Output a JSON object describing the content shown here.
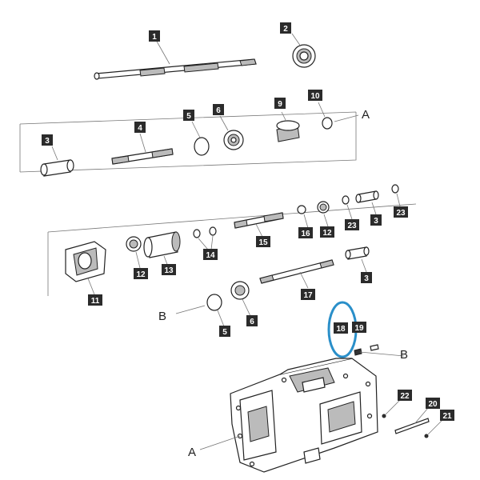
{
  "callouts": {
    "c1": "1",
    "c2": "2",
    "c3a": "3",
    "c4": "4",
    "c5a": "5",
    "c6a": "6",
    "c9": "9",
    "c10": "10",
    "c16": "16",
    "c12a": "12",
    "c23a": "23",
    "c3b": "3",
    "c23b": "23",
    "c15": "15",
    "c14": "14",
    "c13": "13",
    "c12b": "12",
    "c11": "11",
    "c3c": "3",
    "c17": "17",
    "c5b": "5",
    "c6b": "6",
    "c18": "18",
    "c19": "19",
    "c22": "22",
    "c20": "20",
    "c21": "21"
  },
  "references": {
    "a_top": "A",
    "b_left": "B",
    "b_right": "B",
    "a_bottom": "A"
  },
  "colors": {
    "label_bg": "#2b2b2b",
    "highlight_ring": "#2a8fc9"
  }
}
